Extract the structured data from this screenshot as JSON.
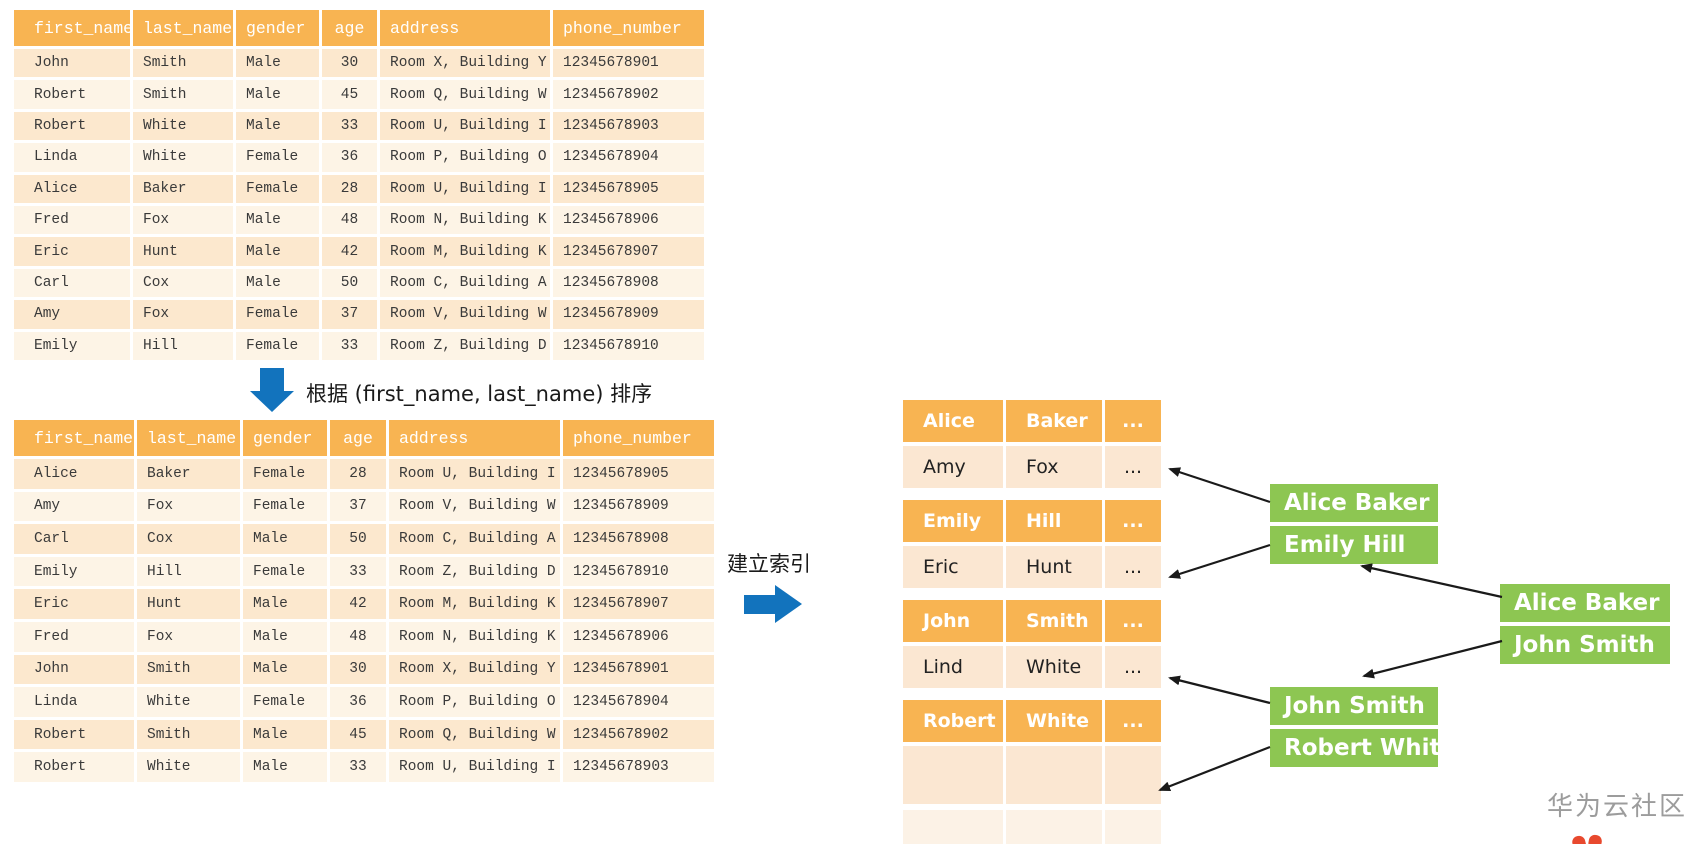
{
  "diagram": {
    "sort_label": "根据 (first_name, last_name) 排序",
    "index_label": "建立索引",
    "watermark": "华为云社区"
  },
  "colors": {
    "header_orange": "#f8b452",
    "row_cream_dark": "#fce8ce",
    "row_cream_light": "#fdf4e6",
    "index_row_cream": "#fbe7d2",
    "index_row_cream_light": "#fcf2e6",
    "arrow_blue": "#1273bd",
    "label_green": "#8dc652",
    "connector_black": "#1a1a1a",
    "watermark_gray": "#9c9c9c"
  },
  "table_unsorted": {
    "headers": [
      "first_name",
      "last_name",
      "gender",
      "age",
      "address",
      "phone_number"
    ],
    "rows": [
      [
        "John",
        "Smith",
        "Male",
        "30",
        "Room X, Building Y",
        "12345678901"
      ],
      [
        "Robert",
        "Smith",
        "Male",
        "45",
        "Room Q, Building W",
        "12345678902"
      ],
      [
        "Robert",
        "White",
        "Male",
        "33",
        "Room U, Building I",
        "12345678903"
      ],
      [
        "Linda",
        "White",
        "Female",
        "36",
        "Room P, Building O",
        "12345678904"
      ],
      [
        "Alice",
        "Baker",
        "Female",
        "28",
        "Room U, Building I",
        "12345678905"
      ],
      [
        "Fred",
        "Fox",
        "Male",
        "48",
        "Room N, Building K",
        "12345678906"
      ],
      [
        "Eric",
        "Hunt",
        "Male",
        "42",
        "Room M, Building K",
        "12345678907"
      ],
      [
        "Carl",
        "Cox",
        "Male",
        "50",
        "Room C, Building A",
        "12345678908"
      ],
      [
        "Amy",
        "Fox",
        "Female",
        "37",
        "Room V, Building W",
        "12345678909"
      ],
      [
        "Emily",
        "Hill",
        "Female",
        "33",
        "Room Z, Building D",
        "12345678910"
      ]
    ]
  },
  "table_sorted": {
    "headers": [
      "first_name",
      "last_name",
      "gender",
      "age",
      "address",
      "phone_number"
    ],
    "rows": [
      [
        "Alice",
        "Baker",
        "Female",
        "28",
        "Room U, Building I",
        "12345678905"
      ],
      [
        "Amy",
        "Fox",
        "Female",
        "37",
        "Room V, Building W",
        "12345678909"
      ],
      [
        "Carl",
        "Cox",
        "Male",
        "50",
        "Room C, Building A",
        "12345678908"
      ],
      [
        "Emily",
        "Hill",
        "Female",
        "33",
        "Room Z, Building D",
        "12345678910"
      ],
      [
        "Eric",
        "Hunt",
        "Male",
        "42",
        "Room M, Building K",
        "12345678907"
      ],
      [
        "Fred",
        "Fox",
        "Male",
        "48",
        "Room N, Building K",
        "12345678906"
      ],
      [
        "John",
        "Smith",
        "Male",
        "30",
        "Room X, Building Y",
        "12345678901"
      ],
      [
        "Linda",
        "White",
        "Female",
        "36",
        "Room P, Building O",
        "12345678904"
      ],
      [
        "Robert",
        "Smith",
        "Male",
        "45",
        "Room Q, Building W",
        "12345678902"
      ],
      [
        "Robert",
        "White",
        "Male",
        "33",
        "Room U, Building I",
        "12345678903"
      ]
    ]
  },
  "index_table": {
    "rows": [
      {
        "type": "header",
        "cells": [
          "Alice",
          "Baker",
          "..."
        ]
      },
      {
        "type": "data",
        "cells": [
          "Amy",
          "Fox",
          "..."
        ]
      },
      {
        "type": "header",
        "cells": [
          "Emily",
          "Hill",
          "..."
        ]
      },
      {
        "type": "data",
        "cells": [
          "Eric",
          "Hunt",
          "..."
        ]
      },
      {
        "type": "header",
        "cells": [
          "John",
          "Smith",
          "..."
        ]
      },
      {
        "type": "data",
        "cells": [
          "Lind",
          "White",
          "..."
        ]
      },
      {
        "type": "header",
        "cells": [
          "Robert",
          "White",
          "..."
        ]
      },
      {
        "type": "empty",
        "cells": [
          "",
          "",
          ""
        ]
      },
      {
        "type": "empty-light",
        "cells": [
          "",
          "",
          ""
        ]
      }
    ]
  },
  "labels": {
    "mid": [
      "Alice Baker",
      "Emily Hill",
      "John Smith",
      "Robert White"
    ],
    "right": [
      "Alice Baker",
      "John Smith"
    ]
  }
}
